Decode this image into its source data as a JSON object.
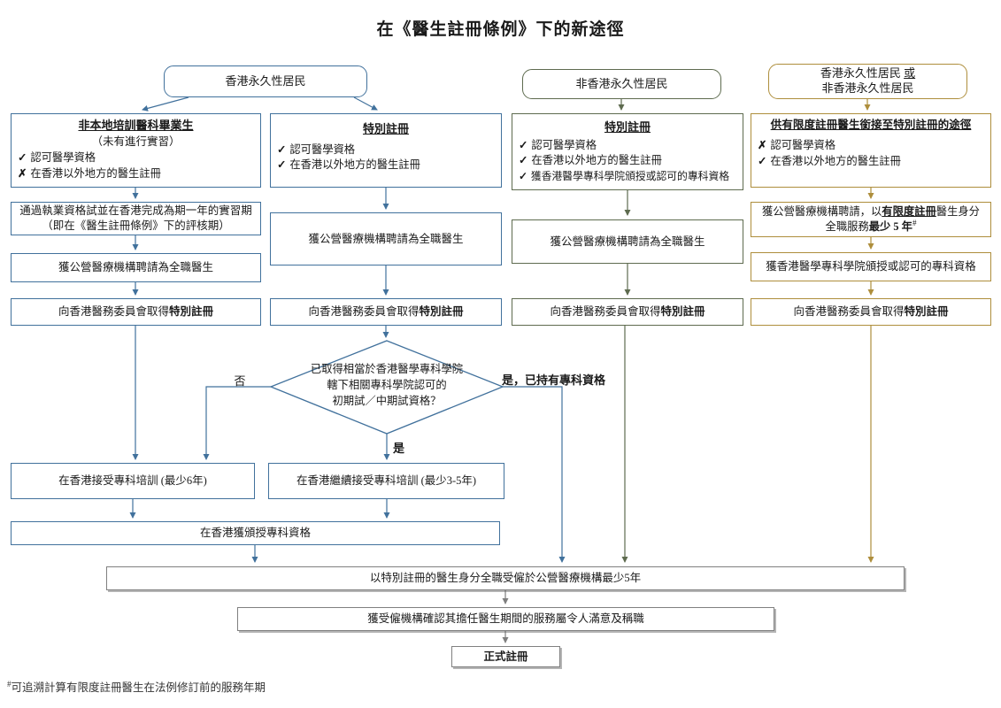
{
  "palette": {
    "blue": "#41719C",
    "green": "#5E6B4F",
    "gold": "#AE8E3C",
    "gray": "#808080"
  },
  "title": "在《醫生註冊條例》下的新途徑",
  "headers": {
    "hk": "香港永久性居民",
    "non_hk": "非香港永久性居民",
    "both_line1_pre": "香港永久性居民 ",
    "both_line1_or": "或",
    "both_line2": "非香港永久性居民"
  },
  "common": {
    "employ_fulltime": "獲公營醫療機構聘請為全職醫生",
    "obtain_prefix": "向香港醫務委員會取得",
    "obtain_bold": "特別註冊"
  },
  "col1": {
    "entry": {
      "title": "非本地培訓醫科畢業生",
      "subtitle": "（未有進行實習）",
      "items": [
        {
          "mark": "✓",
          "text": "認可醫學資格"
        },
        {
          "mark": "✗",
          "text": "在香港以外地方的醫生註冊"
        }
      ]
    },
    "exam_line1": "通過執業資格試並在香港完成為期一年的實習期",
    "exam_line2": "（即在《醫生註冊條例》下的評核期）",
    "training": "在香港接受專科培訓 (最少6年)",
    "grant": "在香港獲頒授專科資格"
  },
  "col2": {
    "entry": {
      "title": "特別註冊",
      "items": [
        {
          "mark": "✓",
          "text": "認可醫學資格"
        },
        {
          "mark": "✓",
          "text": "在香港以外地方的醫生註冊"
        }
      ]
    },
    "decision_line1": "已取得相當於香港醫學專科學院",
    "decision_line2": "轄下相關專科學院認可的",
    "decision_line3": "初期試／中期試資格？",
    "label_no": "否",
    "label_yes": "是",
    "label_yes_specialist": "是，已持有專科資格",
    "training": "在香港繼續接受專科培訓 (最少3-5年)"
  },
  "col3": {
    "entry": {
      "title": "特別註冊",
      "items": [
        {
          "mark": "✓",
          "text": "認可醫學資格"
        },
        {
          "mark": "✓",
          "text": "在香港以外地方的醫生註冊"
        },
        {
          "mark": "✓",
          "text": "獲香港醫學專科學院頒授或認可的專科資格"
        }
      ]
    }
  },
  "col4": {
    "entry": {
      "title": "供有限度註冊醫生銜接至特別註冊的途徑",
      "items": [
        {
          "mark": "✗",
          "text": "認可醫學資格"
        },
        {
          "mark": "✓",
          "text": "在香港以外地方的醫生註冊"
        }
      ]
    },
    "service_line1_pre": "獲公營醫療機構聘請，以",
    "service_line1_bold": "有限度註冊",
    "service_line1_post": "醫生身分",
    "service_line2_pre": "全職服務",
    "service_line2_bold": "最少 5 年",
    "service_line2_sup": "#",
    "fellowship": "獲香港醫學專科學院頒授或認可的專科資格"
  },
  "bottom": {
    "employed5y": "以特別註冊的醫生身分全職受僱於公營醫療機構最少5年",
    "confirm": "獲受僱機構確認其擔任醫生期間的服務屬令人滿意及稱職",
    "full_reg": "正式註冊"
  },
  "footnote": {
    "sup": "#",
    "text": "可追溯計算有限度註冊醫生在法例修訂前的服務年期"
  }
}
